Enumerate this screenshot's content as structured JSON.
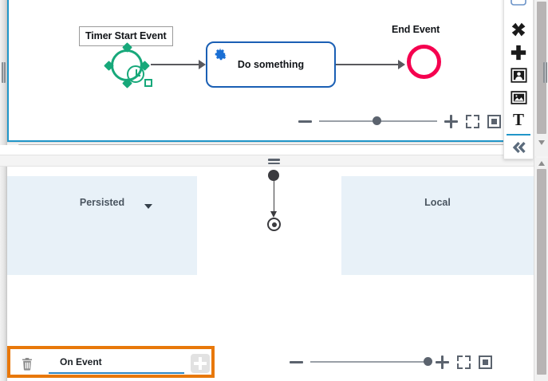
{
  "bpmn": {
    "timer_start": {
      "label": "Timer Start Event",
      "icon": "timer-clock-icon",
      "color": "#17a87a"
    },
    "task": {
      "label": "Do something",
      "icon": "gear-icon",
      "border_color": "#1a5fb4",
      "icon_color": "#1a6fd4"
    },
    "end_event": {
      "label": "End Event",
      "color": "#f5004f"
    },
    "zoom": {
      "minus_label": "−",
      "plus_label": "+",
      "fit_label": "fit-to-screen",
      "actual_label": "actual-size",
      "slider_value": 38
    }
  },
  "state_editor": {
    "regions": [
      {
        "name": "Persisted",
        "has_dropdown": true,
        "color": "#e8f1f8"
      },
      {
        "name": "Local",
        "has_dropdown": false,
        "color": "#e8f1f8"
      }
    ],
    "diagram": {
      "initial_state": "initial-state",
      "final_state": "final-state"
    },
    "zoom": {
      "minus_label": "−",
      "plus_label": "+",
      "fit_label": "fit-to-screen",
      "actual_label": "actual-size",
      "slider_value": 100
    },
    "event_bar": {
      "delete_icon": "trash-icon",
      "event_name": "On Event",
      "add_icon": "plus-icon",
      "highlight_color": "#e8780a",
      "underline_color": "#2f87c4"
    }
  },
  "palette": {
    "items": [
      {
        "icon": "rounded-rect-icon",
        "label": "task"
      },
      {
        "icon": "x-cross-icon",
        "label": "delete"
      },
      {
        "icon": "plus-cross-icon",
        "label": "add"
      },
      {
        "icon": "person-icon",
        "label": "participant"
      },
      {
        "icon": "image-icon",
        "label": "image"
      },
      {
        "icon": "text-icon",
        "label": "text"
      },
      {
        "icon": "double-chevron-left-icon",
        "label": "collapse"
      }
    ]
  },
  "scrollbars": {
    "horizontal_label": "horizontal-scrollbar",
    "vertical_top_label": "vertical-scrollbar-top",
    "vertical_bottom_label": "vertical-scrollbar-bottom"
  }
}
